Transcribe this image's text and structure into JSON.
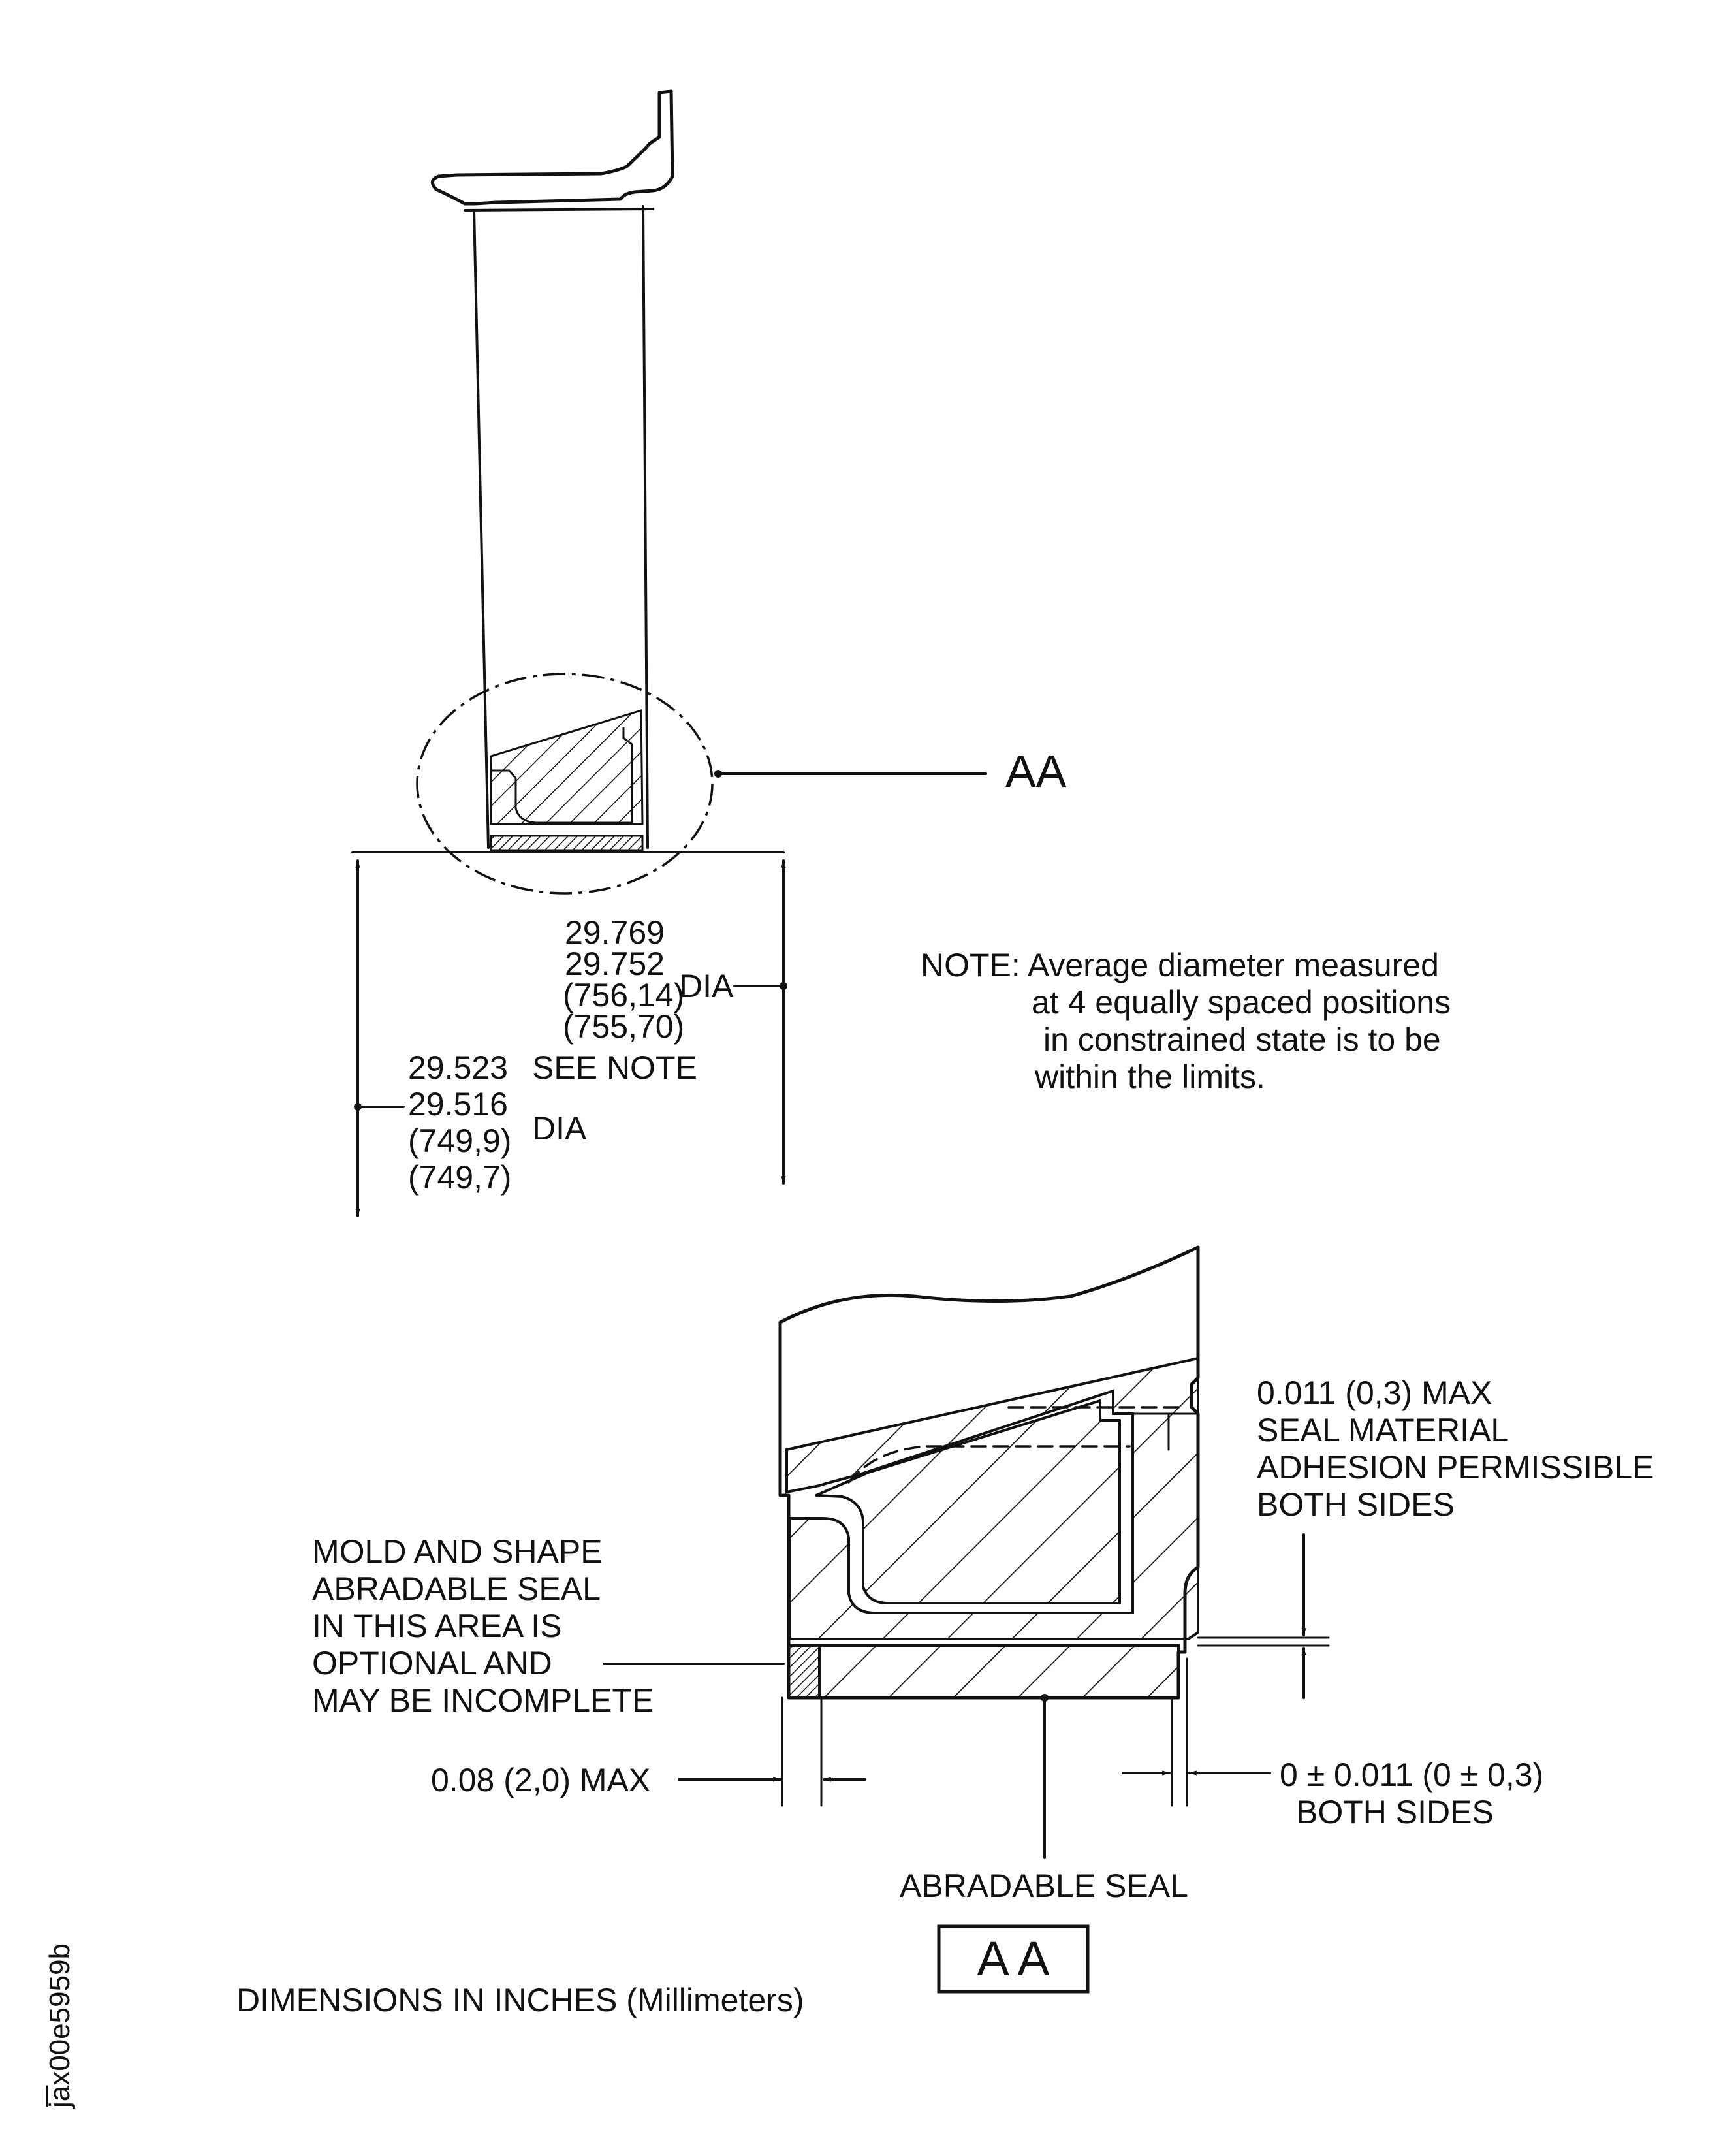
{
  "figure_id": "jax00e5959b",
  "callout_label": "AA",
  "section_label": "A A",
  "units_note": "DIMENSIONS IN INCHES (Millimeters)",
  "outer_dim": {
    "line1": "29.769",
    "line2": "29.752",
    "line3": "(756,14)",
    "line4": "(755,70)",
    "dia": "DIA"
  },
  "inner_dim": {
    "line1": "29.523",
    "see_note": "SEE NOTE",
    "line2": "29.516",
    "line3": "(749,9)",
    "line4": "(749,7)",
    "dia": "DIA"
  },
  "note": {
    "line1": "NOTE: Average diameter measured",
    "line2": "at 4 equally spaced positions",
    "line3": "in constrained state is to be",
    "line4": "within the limits."
  },
  "adhesion_note": {
    "line1": "0.011 (0,3) MAX",
    "line2": "SEAL MATERIAL",
    "line3": "ADHESION PERMISSIBLE",
    "line4": "BOTH SIDES"
  },
  "mold_note": {
    "line1": "MOLD AND SHAPE",
    "line2": "ABRADABLE SEAL",
    "line3": "IN THIS AREA IS",
    "line4": "OPTIONAL AND",
    "line5": "MAY BE INCOMPLETE"
  },
  "max_dim": "0.08 (2,0) MAX",
  "tolerance": {
    "line1": "0 ± 0.011 (0 ± 0,3)",
    "line2": "BOTH SIDES"
  },
  "seal_label": "ABRADABLE SEAL"
}
